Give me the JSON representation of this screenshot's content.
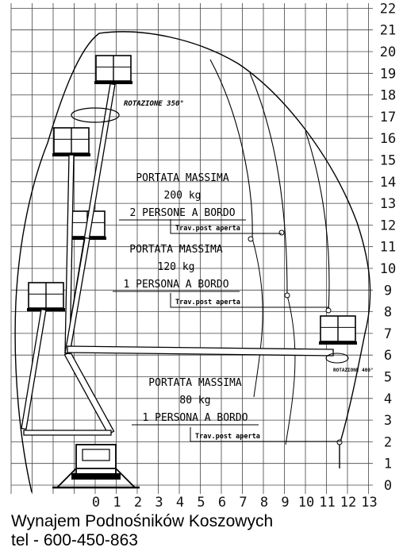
{
  "diagram": {
    "y_axis_labels": [
      "0",
      "1",
      "2",
      "3",
      "4",
      "5",
      "6",
      "7",
      "8",
      "9",
      "10",
      "11",
      "12",
      "13",
      "14",
      "15",
      "16",
      "17",
      "18",
      "19",
      "20",
      "21",
      "22"
    ],
    "x_axis_labels": [
      "0",
      "1",
      "2",
      "3",
      "4",
      "5",
      "6",
      "7",
      "8",
      "9",
      "10",
      "11",
      "12",
      "13"
    ],
    "annotations": {
      "rotation": "ROTAZIONE 350°",
      "rotation_small": "ROTAZIONE 400°"
    },
    "zones": [
      {
        "name": "zone-high",
        "lines": [
          "PORTATA MASSIMA",
          "200 kg",
          "2 PERSONE A BORDO"
        ],
        "travel_label": "Trav.post aperta"
      },
      {
        "name": "zone-mid",
        "lines": [
          "PORTATA MASSIMA",
          "120 kg",
          "1 PERSONA A BORDO"
        ],
        "travel_label": "Trav.post aperta"
      },
      {
        "name": "zone-low",
        "lines": [
          "PORTATA MASSIMA",
          "80 kg",
          "1 PERSONA A BORDO"
        ],
        "travel_label": "Trav.post aperta"
      }
    ]
  },
  "caption": {
    "line1": "Wynajem Podnośników Koszowych",
    "line2": "tel - 600-450-863"
  }
}
